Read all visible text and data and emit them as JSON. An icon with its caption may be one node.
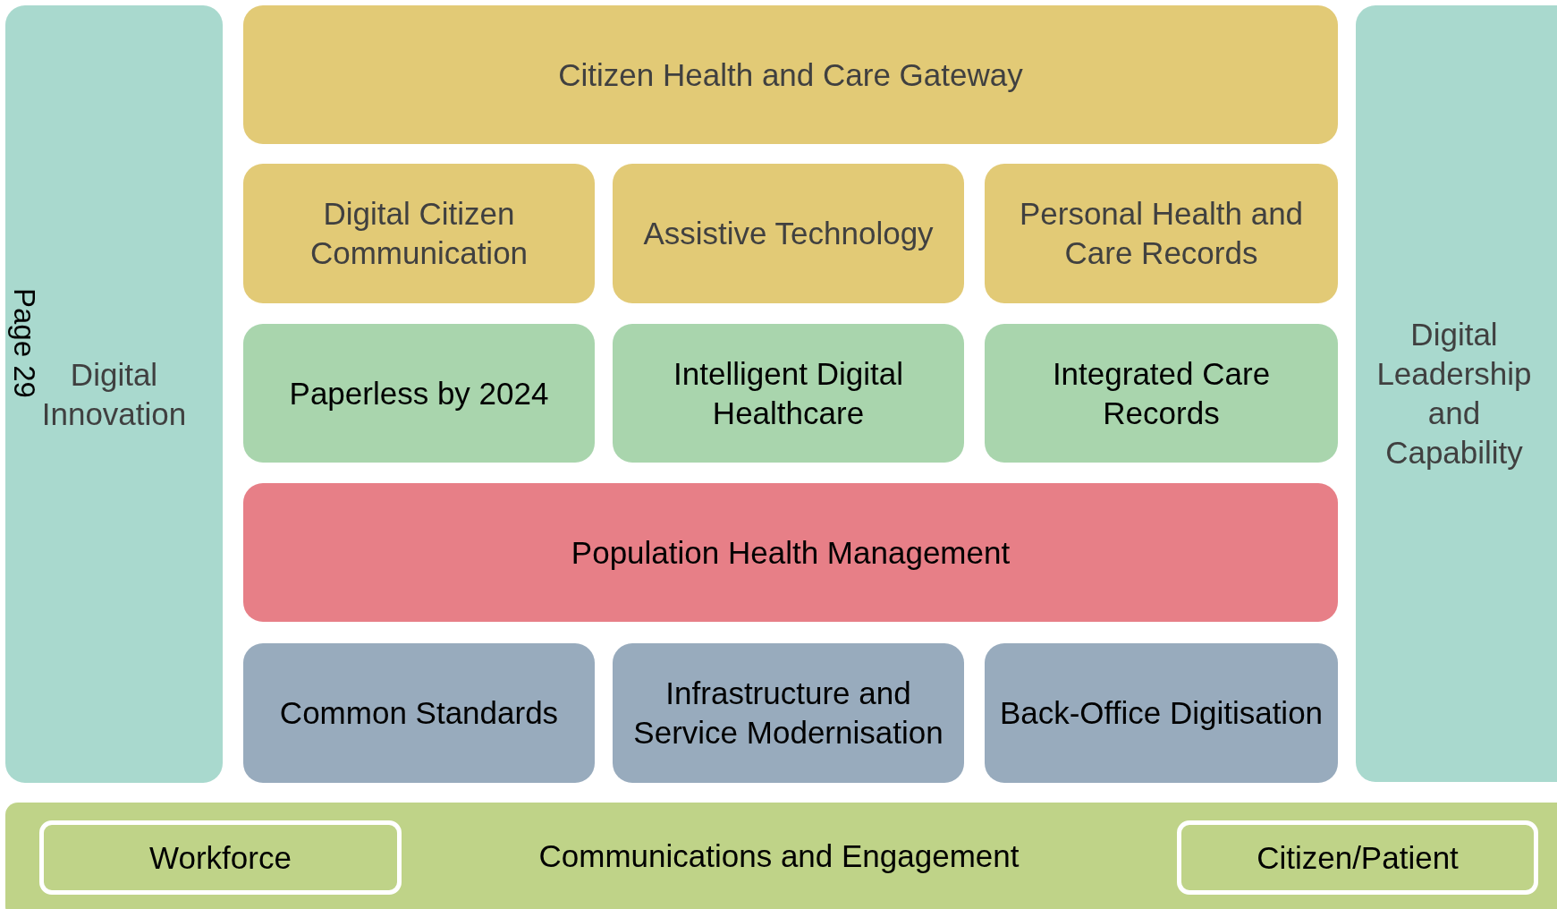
{
  "diagram": {
    "nodes": [
      {
        "text": [
          "Digital Innovation"
        ]
      },
      {
        "text": [
          "Citizen Health and Care Gateway"
        ]
      },
      {
        "text": [
          "Digital Citizen Communication"
        ]
      },
      {
        "text": [
          "Assistive Technology"
        ]
      },
      {
        "text": [
          "Personal Health and Care Records"
        ]
      },
      {
        "text": [
          "Paperless by 2024"
        ]
      },
      {
        "text": [
          "Intelligent Digital Healthcare"
        ]
      },
      {
        "text": [
          "Integrated Care Records"
        ]
      },
      {
        "text": [
          "Population Health Management"
        ]
      },
      {
        "text": [
          "Common Standards"
        ]
      },
      {
        "text": [
          "Infrastructure and Service Modernisation"
        ]
      },
      {
        "text": [
          "Back-Office Digitisation"
        ]
      },
      {
        "text": [
          "Digital Leadership and Capability"
        ]
      },
      {
        "text": [
          "Communications and Engagement"
        ]
      },
      {
        "text": [
          "Workforce"
        ],
        "in": 13
      },
      {
        "text": [
          "Citizen/Patient"
        ],
        "in": 13
      }
    ],
    "edges": [],
    "labels": [
      "Page 29"
    ]
  }
}
